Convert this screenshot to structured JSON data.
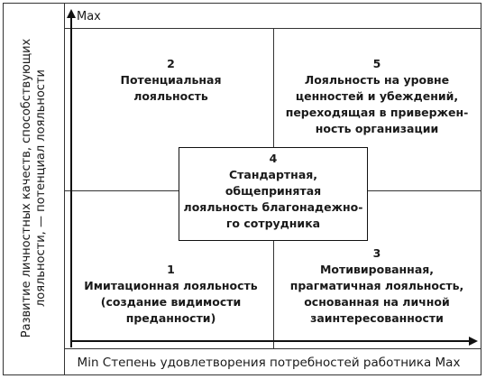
{
  "axis": {
    "y_max": "Max",
    "x_title": "Min Степень удовлетворения потребностей работника Max",
    "y_title": "Развитие личностных качеств, способствующих лояльности, — потенциал лояльности"
  },
  "quadrants": {
    "q2": {
      "number": "2",
      "lines": [
        "Потенциальная",
        "лояльность"
      ]
    },
    "q5": {
      "number": "5",
      "lines": [
        "Лояльность на уровне",
        "ценностей и убеждений,",
        "переходящая в привержен-",
        "ность организации"
      ]
    },
    "q1": {
      "number": "1",
      "lines": [
        "Имитационная лояльность",
        "(создание видимости",
        "преданности)"
      ]
    },
    "q3": {
      "number": "3",
      "lines": [
        "Мотивированная,",
        "прагматичная лояльность,",
        "основанная на личной",
        "заинтересованности"
      ]
    },
    "q4": {
      "number": "4",
      "lines": [
        "Стандартная,",
        "общепринятая",
        "лояльность благонадежно-",
        "го сотрудника"
      ]
    }
  }
}
